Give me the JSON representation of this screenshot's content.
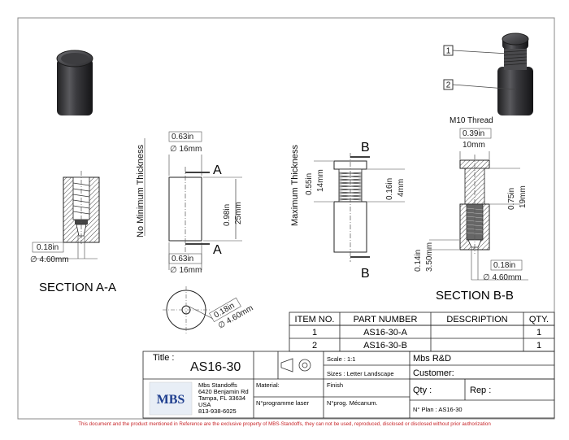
{
  "views": {
    "section_aa_label": "SECTION A-A",
    "section_bb_label": "SECTION B-B",
    "cut_a": "A",
    "cut_b": "B",
    "no_min_thickness": "No Minimum Thickness",
    "max_thickness": "Maximum Thickness",
    "thread_note": "M10 Thread",
    "balloons": [
      "1",
      "2"
    ]
  },
  "dimensions": {
    "a_hole_in": "0.18in",
    "a_hole_mm": "∅ 4.60mm",
    "a_top_dia_in": "0.63in",
    "a_top_dia_mm": "∅ 16mm",
    "a_len_in": "0.98in",
    "a_len_mm": "25mm",
    "a_bot_dia_in": "0.63in",
    "a_bot_dia_mm": "∅ 16mm",
    "b_thick_in": "0.55in",
    "b_thick_mm": "14mm",
    "b_gap_in": "0.16in",
    "b_gap_mm": "4mm",
    "bb_cap_in": "0.39in",
    "bb_cap_mm": "10mm",
    "bb_len_in": "0.75in",
    "bb_len_mm": "19mm",
    "bb_hole_depth_in": "0.14in",
    "bb_hole_depth_mm": "3.50mm",
    "bb_hole_in": "0.18in",
    "bb_hole_mm": "∅ 4.60mm",
    "end_hole_in": "0.18in",
    "end_hole_mm": "∅ 4.60mm"
  },
  "bom": {
    "headers": [
      "ITEM NO.",
      "PART NUMBER",
      "DESCRIPTION",
      "QTY."
    ],
    "rows": [
      [
        "1",
        "AS16-30-A",
        "",
        "1"
      ],
      [
        "2",
        "AS16-30-B",
        "",
        "1"
      ]
    ]
  },
  "title_block": {
    "title_label": "Title :",
    "title_value": "AS16-30",
    "scale": "Scale : 1:1",
    "sizes": "Sizes : Letter Landscape",
    "company": "Mbs R&D",
    "customer": "Customer:",
    "qty": "Qty :",
    "rep": "Rep :",
    "material": "Material:",
    "finish": "Finish",
    "laser": "N°programme laser",
    "mecanum": "N°prog. Mécanum.",
    "plan": "N° Plan : AS16-30",
    "logo_text": "MBS",
    "address": [
      "Mbs Standoffs",
      "6420 Benjamin Rd",
      "Tampa, FL 33634",
      "USA",
      "813-938-6025"
    ]
  },
  "footer": "This document and the product mentioned in Reference are the exclusive property of MBS-Standoffs, they can not be used, reproduced, disclosed or disclosed without prior authorization",
  "colors": {
    "footer_red": "#c8262a",
    "logo_blue": "#1f3f8f"
  }
}
